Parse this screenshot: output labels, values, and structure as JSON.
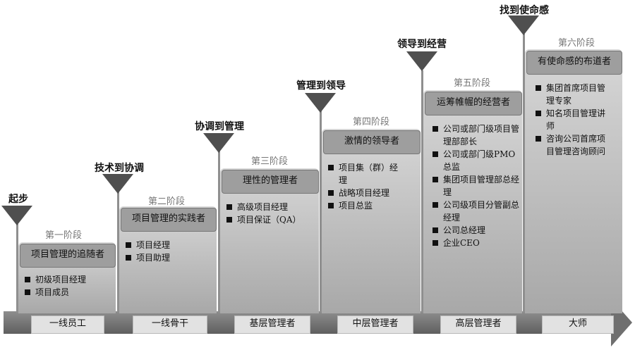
{
  "stages": [
    {
      "transition": "起步",
      "stage_label": "第一阶段",
      "title": "项目管理的追随者",
      "items": [
        "初级项目经理",
        "项目成员"
      ],
      "level": "一线员工"
    },
    {
      "transition": "技术到协调",
      "stage_label": "第二阶段",
      "title": "项目管理的实践者",
      "items": [
        "项目经理",
        "项目助理"
      ],
      "level": "一线骨干"
    },
    {
      "transition": "协调到管理",
      "stage_label": "第三阶段",
      "title": "理性的管理者",
      "items": [
        "高级项目经理",
        "项目保证（QA）"
      ],
      "level": "基层管理者"
    },
    {
      "transition": "管理到领导",
      "stage_label": "第四阶段",
      "title": "激情的领导者",
      "items": [
        "项目集（群）经理",
        "战略项目经理",
        "项目总监"
      ],
      "level": "中层管理者"
    },
    {
      "transition": "领导到经营",
      "stage_label": "第五阶段",
      "title": "运筹帷幄的经营者",
      "items": [
        "公司或部门级项目管理部部长",
        "公司或部门级PMO总监",
        "集团项目管理部总经理",
        "公司级项目分管副总经理",
        "公司总经理",
        "企业CEO"
      ],
      "level": "高层管理者"
    },
    {
      "transition": "找到使命感",
      "stage_label": "第六阶段",
      "title": "有使命感的布道者",
      "items": [
        "集团首席项目管理专家",
        "知名项目管理讲师",
        "咨询公司首席项目管理咨询顾问"
      ],
      "level": "大师"
    }
  ]
}
